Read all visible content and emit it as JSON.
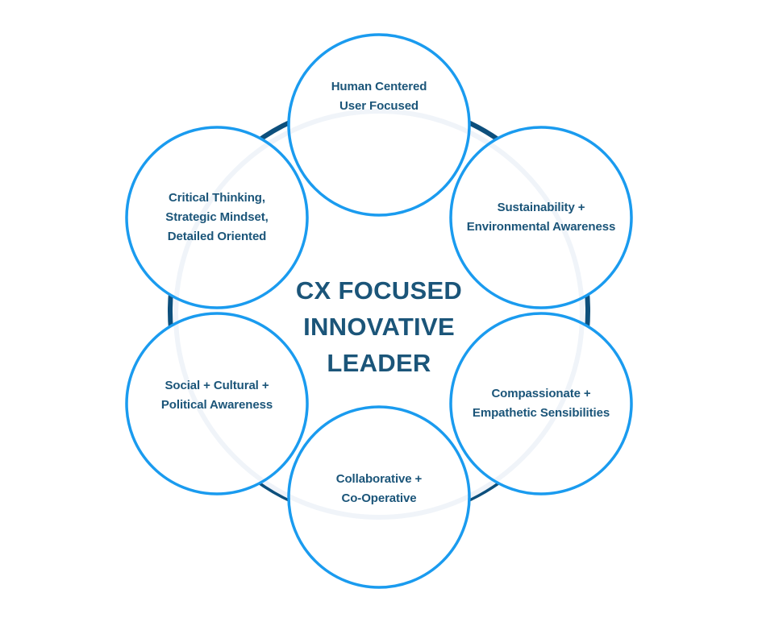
{
  "center": {
    "lines": [
      "CX FOCUSED",
      "INNOVATIVE",
      "LEADER"
    ]
  },
  "nodes": [
    {
      "id": "human-centered",
      "position": "top",
      "lines": [
        "Human Centered",
        "User Focused"
      ]
    },
    {
      "id": "sustainability",
      "position": "top-right",
      "lines": [
        "Sustainability +",
        "Environmental Awareness"
      ]
    },
    {
      "id": "compassionate",
      "position": "bottom-right",
      "lines": [
        "Compassionate +",
        "Empathetic Sensibilities"
      ]
    },
    {
      "id": "collaborative",
      "position": "bottom",
      "lines": [
        "Collaborative +",
        "Co-Operative"
      ]
    },
    {
      "id": "social-cultural",
      "position": "bottom-left",
      "lines": [
        "Social + Cultural +",
        "Political Awareness"
      ]
    },
    {
      "id": "critical-thinking",
      "position": "top-left",
      "lines": [
        "Critical Thinking,",
        "Strategic Mindset,",
        "Detailed Oriented"
      ]
    }
  ],
  "colors": {
    "circle_stroke": "#1a9bef",
    "outer_ring": "#0d4f7c",
    "inner_ring": "#eef3f8",
    "text": "#1b5579",
    "background": "#ffffff"
  }
}
